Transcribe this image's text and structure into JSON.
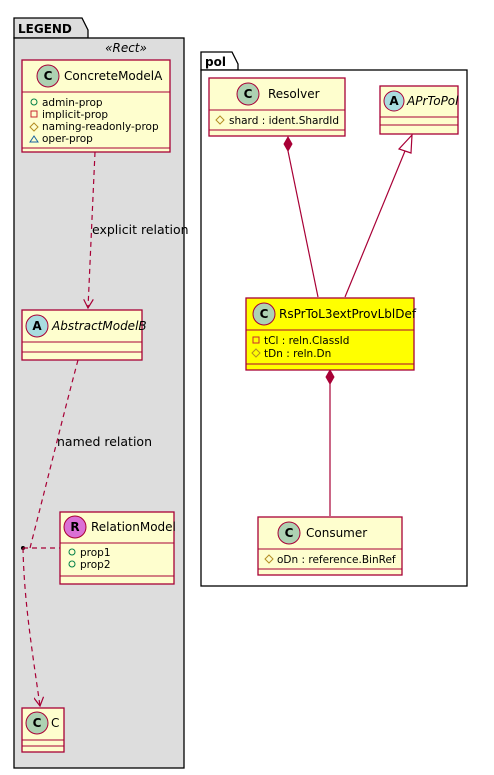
{
  "legend": {
    "title": "LEGEND",
    "stereotype": "«Rect»",
    "concrete": {
      "glyph": "C",
      "name": "ConcreteModelA",
      "attrs": [
        {
          "vis": "public",
          "text": "admin-prop"
        },
        {
          "vis": "private",
          "text": "implicit-prop"
        },
        {
          "vis": "protected",
          "text": "naming-readonly-prop"
        },
        {
          "vis": "package",
          "text": "oper-prop"
        }
      ]
    },
    "explicit_label": "explicit relation",
    "abstract": {
      "glyph": "A",
      "name": "AbstractModelB"
    },
    "named_label": "named relation",
    "relation": {
      "glyph": "R",
      "name": "RelationModel",
      "attrs": [
        {
          "vis": "public",
          "text": "prop1"
        },
        {
          "vis": "public",
          "text": "prop2"
        }
      ]
    },
    "c_class": {
      "glyph": "C",
      "name": "C"
    }
  },
  "pol": {
    "title": "pol",
    "resolver": {
      "glyph": "C",
      "name": "Resolver",
      "attrs": [
        {
          "vis": "protected",
          "text": "shard : ident.ShardId"
        }
      ]
    },
    "aprtopol": {
      "glyph": "A",
      "name": "APrToPol"
    },
    "main": {
      "glyph": "C",
      "name": "RsPrToL3extProvLblDef",
      "attrs": [
        {
          "vis": "private",
          "text": "tCl : reln.ClassId"
        },
        {
          "vis": "protected",
          "text": "tDn : reln.Dn"
        }
      ]
    },
    "consumer": {
      "glyph": "C",
      "name": "Consumer",
      "attrs": [
        {
          "vis": "protected",
          "text": "oDn : reference.BinRef"
        }
      ]
    }
  },
  "colors": {
    "class_fill": "#FEFECE",
    "class_border": "#A80036",
    "highlight_fill": "#FFFF00",
    "legend_bg": "#DDDDDD",
    "class_glyph": "#ADD1B2",
    "abstract_glyph": "#A9DCDF",
    "relation_glyph": "#DA70D6"
  }
}
